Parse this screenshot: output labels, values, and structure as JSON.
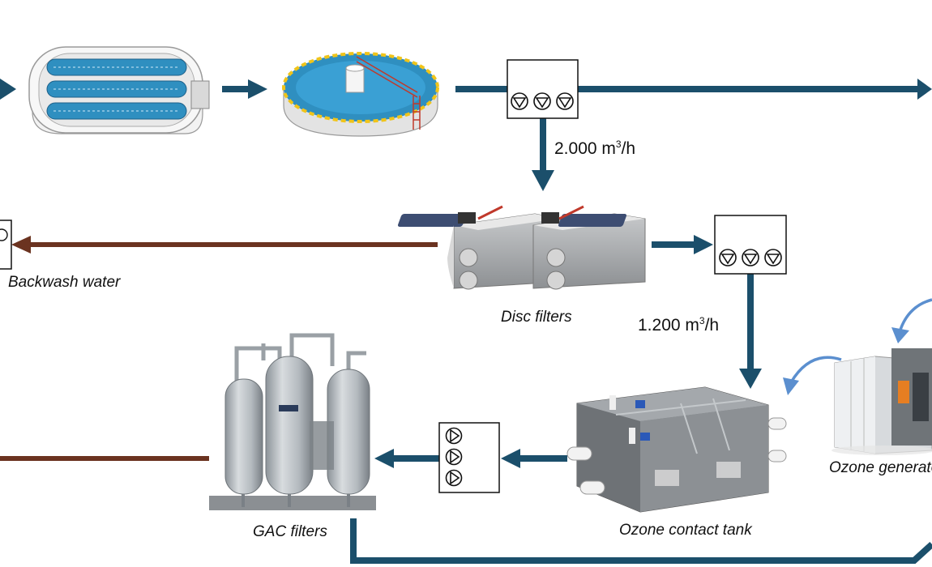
{
  "labels": {
    "backwash": "Backwash water",
    "disc_filters": "Disc filters",
    "ozone_generator": "Ozone generator",
    "gac_filters": "GAC filters",
    "ozone_contact_tank": "Ozone contact tank"
  },
  "flows": {
    "upper": {
      "value": "2.000 m",
      "sup": "3",
      "unit": "/h"
    },
    "lower": {
      "value": "1.200 m",
      "sup": "3",
      "unit": "/h"
    }
  },
  "colors": {
    "pipe_blue": "#1b4f6b",
    "pipe_brown": "#6b3320",
    "recirc_arrow": "#5b8fcf",
    "basin_water": "#2f8fc0"
  }
}
